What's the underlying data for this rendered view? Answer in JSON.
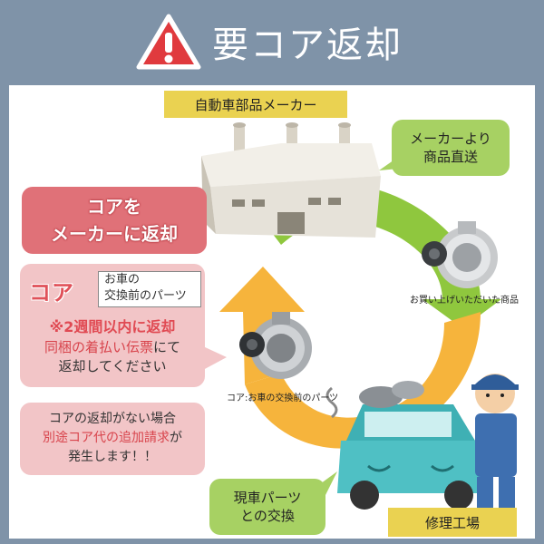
{
  "header": {
    "title": "要コア返却",
    "warning_icon": "warning-triangle-icon",
    "background": "#7f93a8"
  },
  "labels": {
    "maker": "自動車部品メーカー",
    "repair_shop": "修理工場"
  },
  "bubbles": {
    "direct_line1": "メーカーより",
    "direct_line2": "商品直送",
    "swap_line1": "現車パーツ",
    "swap_line2": "との交換"
  },
  "core_return": {
    "heading_line1": "コアを",
    "heading_line2": "メーカーに返却",
    "core_tag": "コア",
    "core_def_line1": "お車の",
    "core_def_line2": "交換前のパーツ",
    "deadline": "※2週間以内に返却",
    "instr_red": "同梱の着払い伝票",
    "instr_tail": "にて",
    "instr_line2": "返却してください"
  },
  "additional_charge": {
    "line1": "コアの返却がない場合",
    "line2_red": "別途コア代の追加請求",
    "line2_tail": "が",
    "line3": "発生します！！"
  },
  "captions": {
    "purchased": "お買い上げいただいた商品",
    "core": "コア:お車の交換前のパーツ"
  },
  "colors": {
    "yellow_label": "#ead251",
    "green_bubble": "#a7d163",
    "red_heading": "#e07178",
    "pink_box": "#f2c5c7",
    "arrow_green": "#8fc73e",
    "arrow_orange": "#f6b43c",
    "car": "#4fc0c4",
    "worker": "#3e6fb0"
  }
}
